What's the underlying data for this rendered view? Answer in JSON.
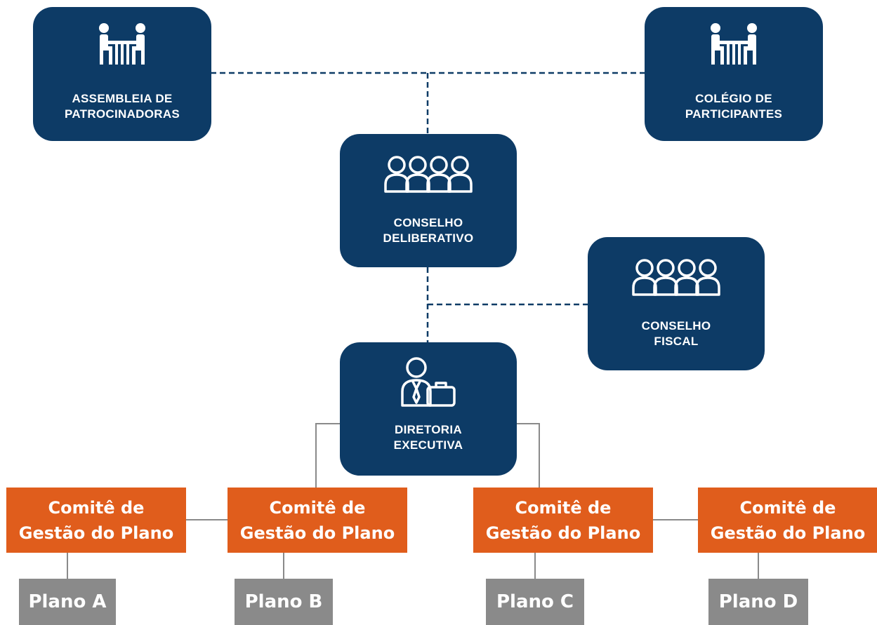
{
  "colors": {
    "navy": "#0d3b66",
    "orange": "#e05d1c",
    "gray": "#8a8a8a",
    "dashed_line": "#0d3b66",
    "solid_line": "#8a8a8a"
  },
  "governance": {
    "assembleia": {
      "line1": "ASSEMBLEIA DE",
      "line2": "PATROCINADORAS",
      "icon": "meeting-table-icon"
    },
    "colegio": {
      "line1": "COLÉGIO DE",
      "line2": "PARTICIPANTES",
      "icon": "meeting-table-icon"
    },
    "conselho_deliberativo": {
      "line1": "CONSELHO",
      "line2": "DELIBERATIVO",
      "icon": "group-people-icon"
    },
    "conselho_fiscal": {
      "line1": "CONSELHO",
      "line2": "FISCAL",
      "icon": "group-people-icon"
    },
    "diretoria": {
      "line1": "DIRETORIA",
      "line2": "EXECUTIVA",
      "icon": "executive-briefcase-icon"
    }
  },
  "committees": [
    {
      "line1": "Comitê de",
      "line2": "Gestão do Plano"
    },
    {
      "line1": "Comitê de",
      "line2": "Gestão do Plano"
    },
    {
      "line1": "Comitê de",
      "line2": "Gestão do Plano"
    },
    {
      "line1": "Comitê de",
      "line2": "Gestão do Plano"
    }
  ],
  "plans": [
    {
      "label": "Plano A"
    },
    {
      "label": "Plano B"
    },
    {
      "label": "Plano C"
    },
    {
      "label": "Plano D"
    }
  ]
}
